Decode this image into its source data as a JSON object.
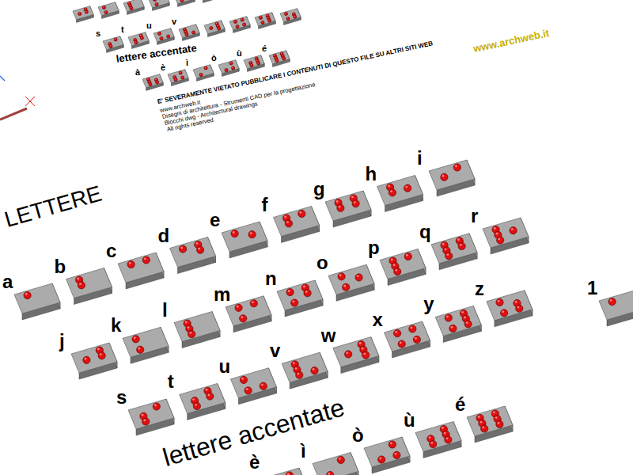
{
  "diagram": {
    "labels": [
      "s",
      "t",
      "u",
      "v",
      "lettere accentate",
      "à",
      "è",
      "ì",
      "ò",
      "ù",
      "é",
      "E' SEVERAMENTE VIETATO PUBBLICARE I CONTENUTI DI QUESTO FILE SU ALTRI SITI WEB",
      "www.archweb.it",
      "www.archweb.it",
      "Disegni di architettura - Strumenti CAD per la progettazione",
      "Blocchi dwg - Architectural drawings",
      "All rights reserved",
      "LETTERE",
      "a",
      "b",
      "c",
      "d",
      "e",
      "f",
      "g",
      "h",
      "i",
      "j",
      "k",
      "l",
      "m",
      "n",
      "o",
      "p",
      "q",
      "r",
      "s",
      "t",
      "u",
      "v",
      "w",
      "x",
      "y",
      "z",
      "lettere accentate",
      "è",
      "ì",
      "ò",
      "ù",
      "é",
      "1"
    ]
  }
}
